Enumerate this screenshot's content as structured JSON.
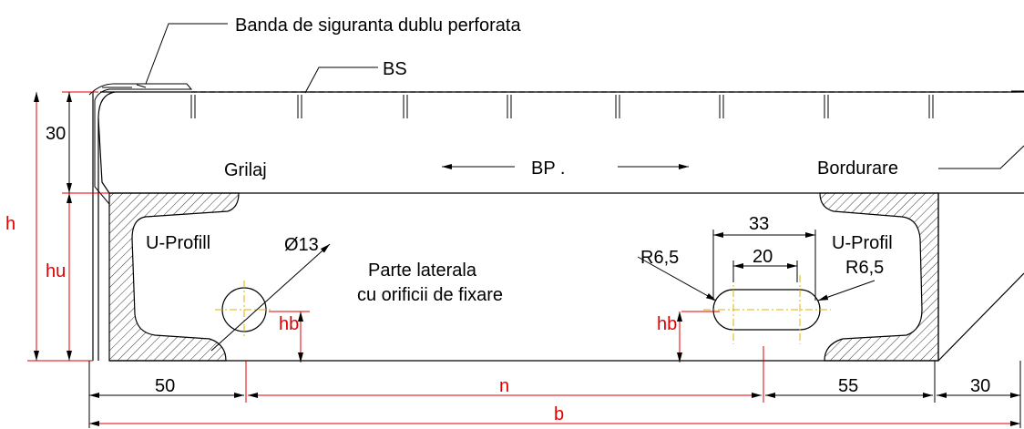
{
  "labels": {
    "banda": "Banda de siguranta dublu perforata",
    "bs": "BS",
    "grilaj": "Grilaj",
    "bp": "BP .",
    "bordurare": "Bordurare",
    "uprofil_left": "U-Profill",
    "uprofil_right": "U-Profil",
    "parte_line1": "Parte laterala",
    "parte_line2": "cu  orificii de fixare"
  },
  "dimensions": {
    "d30_top": "30",
    "h": "h",
    "hu": "hu",
    "diam13": "Ø13",
    "r65_left": "R6,5",
    "r65_right": "R6,5",
    "d33": "33",
    "d20": "20",
    "hb_left": "hb",
    "hb_right": "hb",
    "d50": "50",
    "n": "n",
    "d55": "55",
    "d30_bottom": "30",
    "b": "b"
  },
  "colors": {
    "ink": "#000000",
    "dimension_red": "#e00000",
    "centerline_yellow": "#e0b000"
  }
}
